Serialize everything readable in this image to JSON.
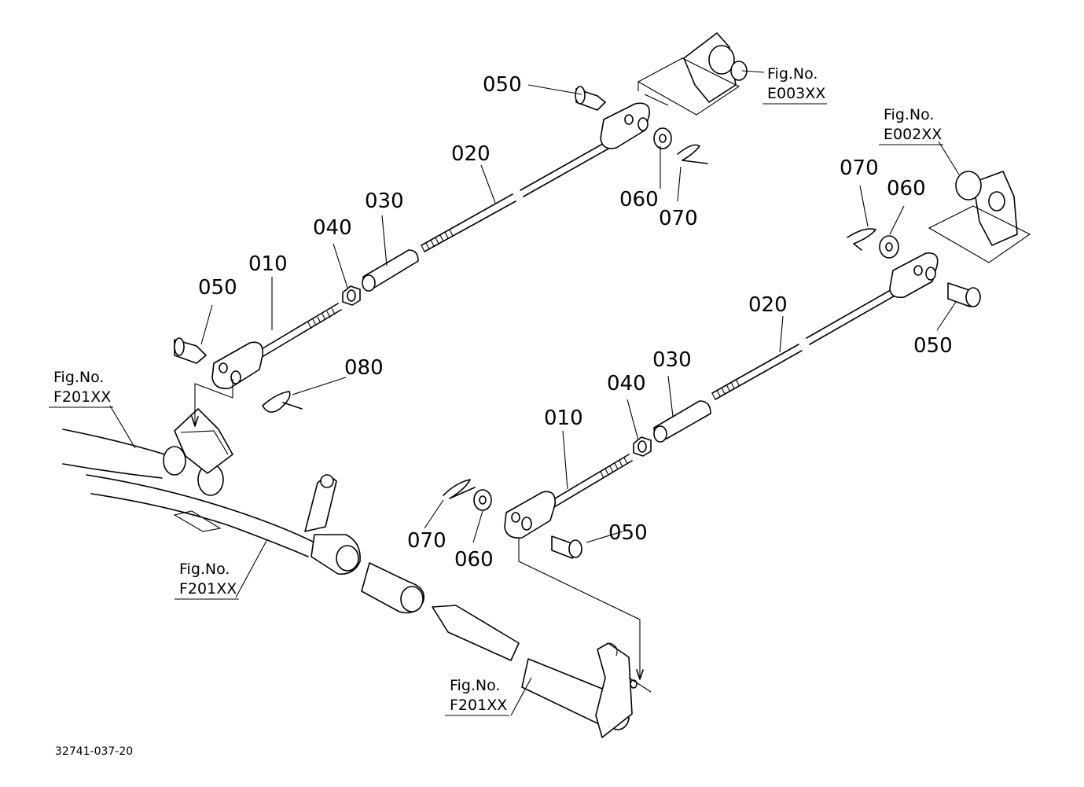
{
  "labels": {
    "u050a": "050",
    "u020": "020",
    "u030": "030",
    "u040": "040",
    "u010": "010",
    "u050b": "050",
    "u080": "080",
    "u060": "060",
    "u070": "070",
    "l070a": "070",
    "l060a": "060",
    "l020": "020",
    "l050a": "050",
    "l030": "030",
    "l040": "040",
    "l010": "010",
    "l050b": "050",
    "l070b": "070",
    "l060b": "060"
  },
  "refs": {
    "e003_fig": "Fig.No.",
    "e003_code": "E003XX",
    "e002_fig": "Fig.No.",
    "e002_code": "E002XX",
    "f201a_fig": "Fig.No.",
    "f201a_code": "F201XX",
    "f201b_fig": "Fig.No.",
    "f201b_code": "F201XX",
    "f201c_fig": "Fig.No.",
    "f201c_code": "F201XX"
  },
  "drawing_number": "32741-037-20"
}
